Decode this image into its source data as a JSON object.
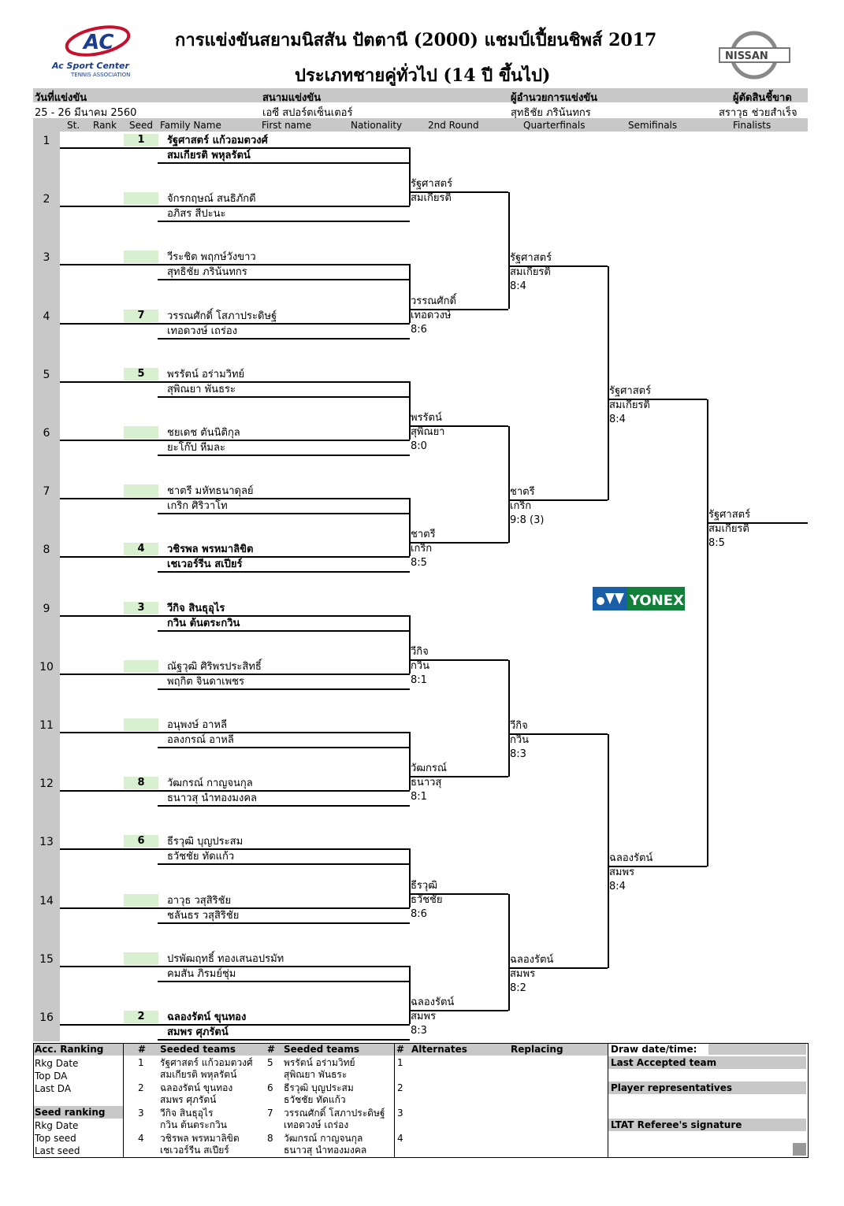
{
  "header": {
    "title": "การแข่งขันสยามนิสสัน ปัตตานี (2000) แชมป์เปี้ยนชิพส์ 2017",
    "subtitle": "ประเภทชายคู่ทั่วไป (14 ปี ขึ้นไป)",
    "ac_logo_text": "AC",
    "ac_logo_name": "Ac Sport Center",
    "ac_logo_sub": "TENNIS ASSOCIATION",
    "nissan_logo_text": "NISSAN",
    "yonex_logo_text": "YONEX"
  },
  "info": {
    "date_label": "วันที่แข่งขัน",
    "date_value": "25 - 26  มีนาคม 2560",
    "venue_label": "สนามแข่งขัน",
    "venue_value": "เอซี  สปอร์ตเซ็นเตอร์",
    "director_label": "ผู้อำนวยการแข่งขัน",
    "director_value": "สุทธิชัย ภริน้นทกร",
    "referee_label": "ผู้ตัดสินชี้ขาด",
    "referee_value": "สราวุธ  ช่วยสำเร็จ"
  },
  "columns": [
    "St.",
    "Rank",
    "Seed",
    "Family Name",
    "First name",
    "Nationality",
    "2nd Round",
    "Quarterfinals",
    "Semifinals",
    "Finalists"
  ],
  "draw": [
    {
      "num": "1",
      "seed": "1",
      "p1": "รัฐศาสตร์  แก้วอมตวงศ์",
      "p2": "สมเกียรติ  พหุลรัตน์",
      "bold": true
    },
    {
      "num": "2",
      "seed": "",
      "p1": "จักรกฤษณ์  สนธิภักดี",
      "p2": "อภิสร  สีปะนะ",
      "bold": false
    },
    {
      "num": "3",
      "seed": "",
      "p1": "วีระชิต  พฤกษ์วังขาว",
      "p2": "สุทธิชัย  ภริน้นทกร",
      "bold": false
    },
    {
      "num": "4",
      "seed": "7",
      "p1": "วรรณศักดิ์  โสภาประดิษฐ์",
      "p2": "เทอดวงษ์  เถร่อง",
      "bold": false
    },
    {
      "num": "5",
      "seed": "5",
      "p1": "พรรัตน์  อร่ามวิทย์",
      "p2": "สุพิณยา  พันธระ",
      "bold": false
    },
    {
      "num": "6",
      "seed": "",
      "p1": "ชยเดช  ตันนิติกุล",
      "p2": "ยะโก๊ป  หีมละ",
      "bold": false
    },
    {
      "num": "7",
      "seed": "",
      "p1": "ชาตรี  มหัทธนาดุลย์",
      "p2": "เกริก  ศิริวาโท",
      "bold": false
    },
    {
      "num": "8",
      "seed": "4",
      "p1": "วชิรพล  พรหมาลิขิต",
      "p2": "เชเวอร์รีน  สเปียร์",
      "bold": true
    },
    {
      "num": "9",
      "seed": "3",
      "p1": "วีกิจ  สินธุอุไร",
      "p2": "กวิน  ต้นตระกวิน",
      "bold": true
    },
    {
      "num": "10",
      "seed": "",
      "p1": "ณัฐวุฒิ  ศิริพรประสิทธิ์",
      "p2": "พฤกิต  จินดาเพชร",
      "bold": false
    },
    {
      "num": "11",
      "seed": "",
      "p1": "อนุพงษ์  อาหลี",
      "p2": "อลงกรณ์  อาหลี",
      "bold": false
    },
    {
      "num": "12",
      "seed": "8",
      "p1": "วัฒกรณ์  กาญจนกุล",
      "p2": "ธนาวสุ  นำทองมงคล",
      "bold": false
    },
    {
      "num": "13",
      "seed": "6",
      "p1": "ธีรวุฒิ  บุญประสม",
      "p2": "ธวัชชัย  ทัดแก้ว",
      "bold": false
    },
    {
      "num": "14",
      "seed": "",
      "p1": "อาวุธ  วสุสิริชัย",
      "p2": "ชลันธร  วสุสิริชัย",
      "bold": false
    },
    {
      "num": "15",
      "seed": "",
      "p1": "ปรพัฒฤทธิ์  ทองเสนอปรมัท",
      "p2": "คมสัน  ภิรมย์ชุ่ม",
      "bold": false
    },
    {
      "num": "16",
      "seed": "2",
      "p1": "ฉลองรัตน์  ขุนทอง",
      "p2": "สมพร  ศุภรัตน์",
      "bold": true
    }
  ],
  "round2": [
    {
      "a": "รัฐศาสตร์",
      "b": "สมเกียรติ",
      "s": ""
    },
    {
      "a": "วรรณศักดิ์",
      "b": "เทอดวงษ์",
      "s": "8:6"
    },
    {
      "a": "พรรัตน์",
      "b": "สุพิณยา",
      "s": "8:0"
    },
    {
      "a": "ชาตรี",
      "b": "เกริก",
      "s": "8:5"
    },
    {
      "a": "วีกิจ",
      "b": "กวิน",
      "s": "8:1"
    },
    {
      "a": "วัฒกรณ์",
      "b": "ธนาวสุ",
      "s": "8:1"
    },
    {
      "a": "ธีรวุฒิ",
      "b": "ธวัชชัย",
      "s": "8:6"
    },
    {
      "a": "ฉลองรัตน์",
      "b": "สมพร",
      "s": "8:3"
    }
  ],
  "quarter": [
    {
      "a": "รัฐศาสตร์",
      "b": "สมเกียรติ",
      "s": "8:4"
    },
    {
      "a": "ชาตรี",
      "b": "เกริก",
      "s": "9:8 (3)"
    },
    {
      "a": "วีกิจ",
      "b": "กวิน",
      "s": "8:3"
    },
    {
      "a": "ฉลองรัตน์",
      "b": "สมพร",
      "s": "8:2"
    }
  ],
  "semi": [
    {
      "a": "รัฐศาสตร์",
      "b": "สมเกียรติ",
      "s": "8:4"
    },
    {
      "a": "ฉลองรัตน์",
      "b": "สมพร",
      "s": "8:4"
    }
  ],
  "final": {
    "a": "รัฐศาสตร์",
    "b": "สมเกียรติ",
    "s": "8:5"
  },
  "footer": {
    "acc_ranking": "Acc. Ranking",
    "rkg_date": "Rkg Date",
    "top_da": "Top DA",
    "last_da": "Last DA",
    "seed_ranking": "Seed ranking",
    "rkg_date2": "Rkg Date",
    "top_seed": "Top seed",
    "last_seed": "Last seed",
    "hash": "#",
    "seeded_teams": "Seeded teams",
    "alternates": "Alternates",
    "replacing": "Replacing",
    "draw_date": "Draw date/time:",
    "last_accepted": "Last Accepted team",
    "player_reps": "Player representatives",
    "referee_sig": "LTAT Referee's signature",
    "seeds_left": [
      {
        "n": "1",
        "a": "รัฐศาสตร์  แก้วอมตวงศ์",
        "b": "สมเกียรติ  พหุลรัตน์"
      },
      {
        "n": "2",
        "a": "ฉลองรัตน์  ขุนทอง",
        "b": "สมพร  ศุภรัตน์"
      },
      {
        "n": "3",
        "a": "วีกิจ  สินธุอุไร",
        "b": "กวิน  ต้นตระกวิน"
      },
      {
        "n": "4",
        "a": "วชิรพล  พรหมาลิขิต",
        "b": "เชเวอร์รีน  สเปียร์"
      }
    ],
    "seeds_right": [
      {
        "n": "5",
        "a": "พรรัตน์  อร่ามวิทย์",
        "b": "สุพิณยา  พันธระ"
      },
      {
        "n": "6",
        "a": "ธีรวุฒิ  บุญประสม",
        "b": "ธวัชชัย  ทัดแก้ว"
      },
      {
        "n": "7",
        "a": "วรรณศักดิ์  โสภาประดิษฐ์",
        "b": "เทอดวงษ์  เถร่อง"
      },
      {
        "n": "8",
        "a": "วัฒกรณ์  กาญจนกุล",
        "b": "ธนาวสุ  นำทองมงคล"
      }
    ],
    "alt_nums": [
      "1",
      "2",
      "3",
      "4"
    ]
  }
}
